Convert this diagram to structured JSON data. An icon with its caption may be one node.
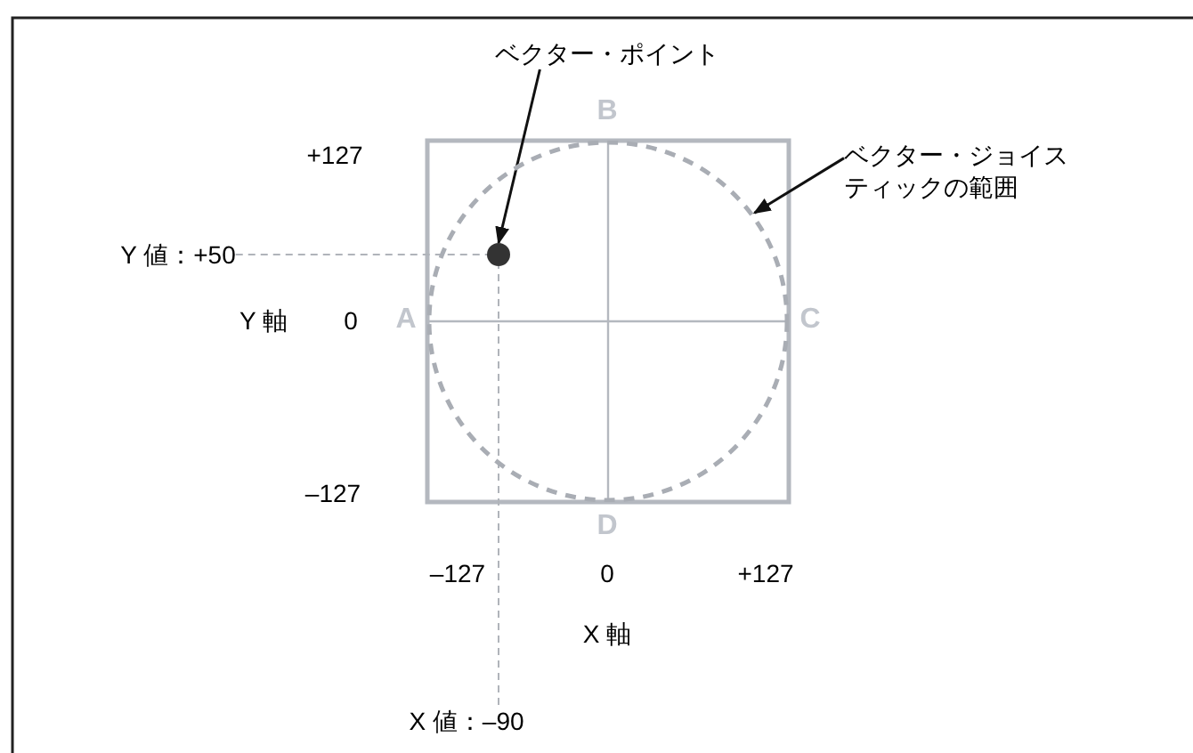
{
  "diagram": {
    "nodes": [
      {
        "text": [
          "ベクター・ポイント"
        ]
      },
      {
        "text": [],
        "shape": "circle",
        "in": 3
      },
      {
        "text": [
          "ベクター・ジョイスティックの範囲"
        ]
      },
      {
        "text": [],
        "shape": "circle"
      },
      {
        "text": [
          "Y 値：+50"
        ]
      },
      {
        "text": [
          "X 値：–90"
        ]
      }
    ],
    "edges": [
      {
        "from": 0,
        "to": 1,
        "arrow": "to"
      },
      {
        "from": 2,
        "to": 3,
        "arrow": "to"
      },
      {
        "from": 4,
        "to": 1,
        "arrow": "none",
        "style": "dashed",
        "color": "#b0b4ba"
      },
      {
        "from": 5,
        "to": 1,
        "arrow": "none",
        "style": "dashed",
        "color": "#b0b4ba"
      }
    ],
    "labels": [
      "B",
      "+127",
      "Y 軸",
      "0",
      "A",
      "C",
      "–127",
      "D",
      "–127",
      "0",
      "+127",
      "X 軸"
    ]
  }
}
